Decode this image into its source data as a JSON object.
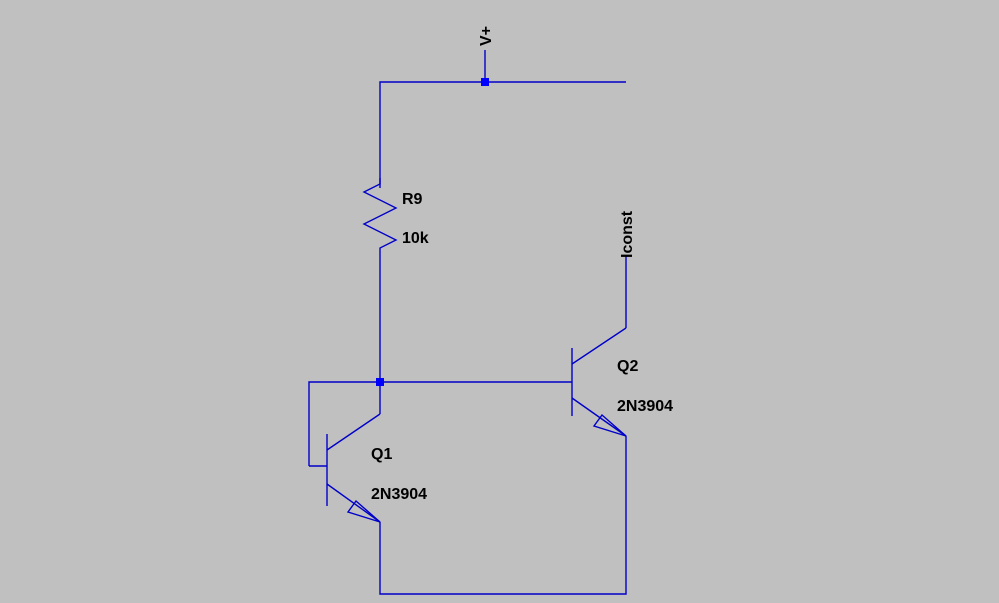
{
  "colors": {
    "background": "#c0c0c0",
    "wire": "#0000c8",
    "junction": "#0000ff",
    "text": "#000000"
  },
  "nets": {
    "supply": "V+",
    "output": "Iconst"
  },
  "components": {
    "r9": {
      "ref": "R9",
      "value": "10k"
    },
    "q1": {
      "ref": "Q1",
      "model": "2N3904"
    },
    "q2": {
      "ref": "Q2",
      "model": "2N3904"
    }
  }
}
